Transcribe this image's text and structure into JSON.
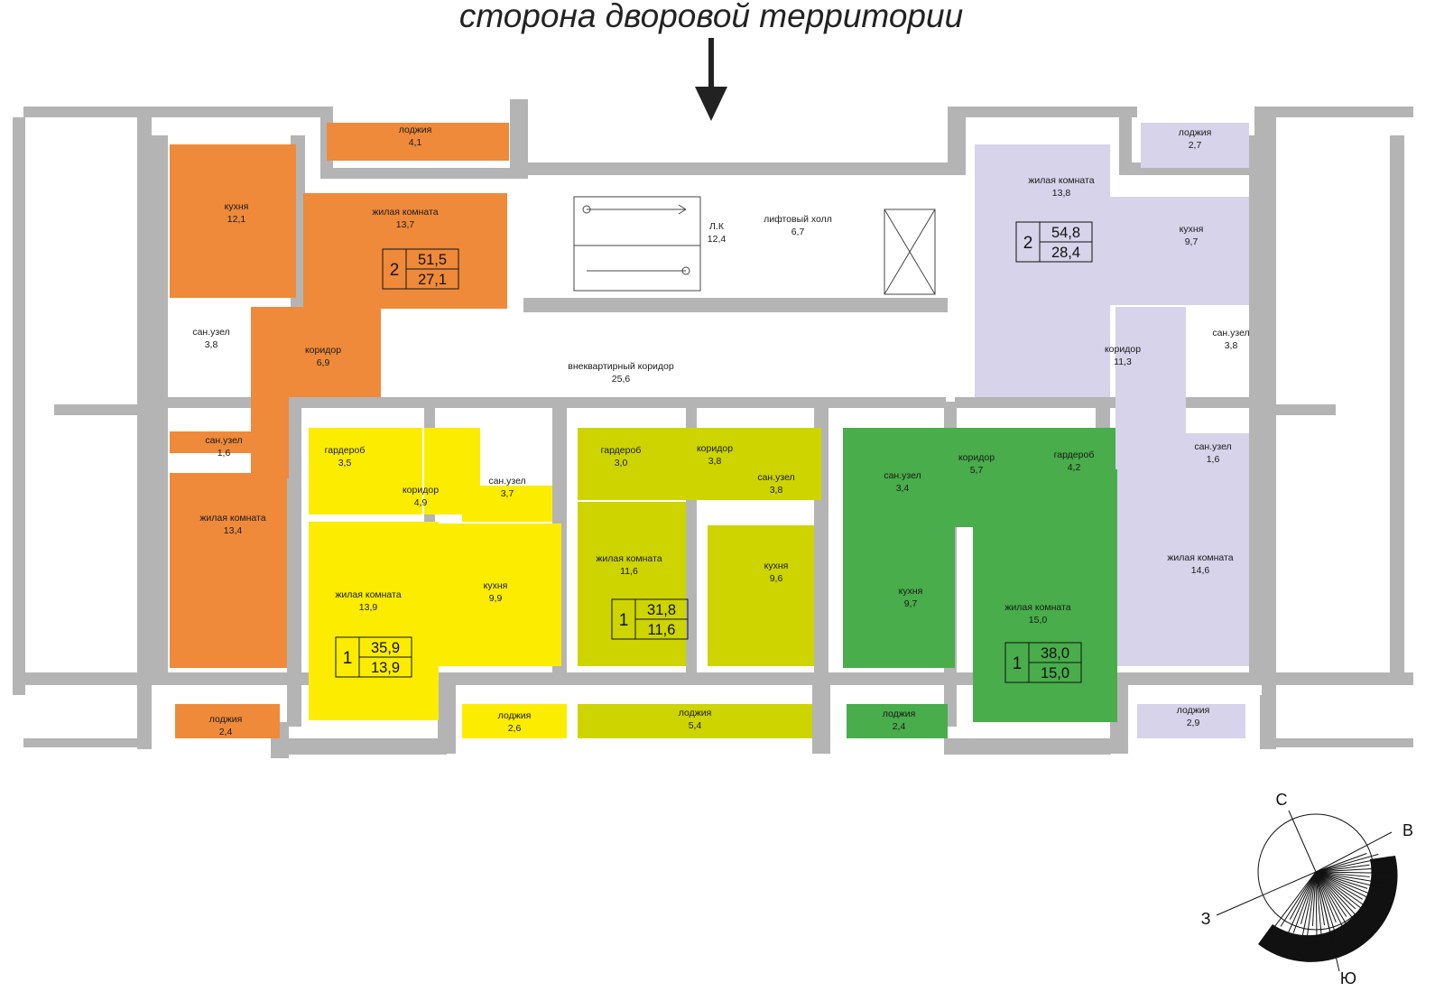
{
  "header": {
    "title": "сторона дворовой территории"
  },
  "colors": {
    "orange": "#ee8a3a",
    "yellow": "#fcec00",
    "olive": "#cdd400",
    "green": "#48ad4a",
    "lavender": "#d6d3ea",
    "wall": "#b4b4b4"
  },
  "rooms": [
    {
      "name": "лоджия",
      "area": "4,1"
    },
    {
      "name": "кухня",
      "area": "12,1"
    },
    {
      "name": "жилая комната",
      "area": "13,7"
    },
    {
      "name": "сан.узел",
      "area": "3,8"
    },
    {
      "name": "коридор",
      "area": "6,9"
    },
    {
      "name": "сан.узел",
      "area": "1,6"
    },
    {
      "name": "жилая комната",
      "area": "13,4"
    },
    {
      "name": "лоджия",
      "area": "2,4"
    },
    {
      "name": "Л.К",
      "area": "12,4"
    },
    {
      "name": "лифтовый холл",
      "area": "6,7"
    },
    {
      "name": "внеквартирный коридор",
      "area": "25,6"
    },
    {
      "name": "гардероб",
      "area": "3,5"
    },
    {
      "name": "коридор",
      "area": "4,9"
    },
    {
      "name": "сан.узел",
      "area": "3,7"
    },
    {
      "name": "жилая комната",
      "area": "13,9"
    },
    {
      "name": "кухня",
      "area": "9,9"
    },
    {
      "name": "лоджия",
      "area": "2,6"
    },
    {
      "name": "гардероб",
      "area": "3,0"
    },
    {
      "name": "коридор",
      "area": "3,8"
    },
    {
      "name": "сан.узел",
      "area": "3,8"
    },
    {
      "name": "жилая комната",
      "area": "11,6"
    },
    {
      "name": "кухня",
      "area": "9,6"
    },
    {
      "name": "лоджия",
      "area": "5,4"
    },
    {
      "name": "сан.узел",
      "area": "3,4"
    },
    {
      "name": "коридор",
      "area": "5,7"
    },
    {
      "name": "гардероб",
      "area": "4,2"
    },
    {
      "name": "кухня",
      "area": "9,7"
    },
    {
      "name": "жилая комната",
      "area": "15,0"
    },
    {
      "name": "лоджия",
      "area": "2,4"
    },
    {
      "name": "лоджия",
      "area": "2,7"
    },
    {
      "name": "жилая комната",
      "area": "13,8"
    },
    {
      "name": "кухня",
      "area": "9,7"
    },
    {
      "name": "коридор",
      "area": "11,3"
    },
    {
      "name": "сан.узел",
      "area": "3,8"
    },
    {
      "name": "сан.узел",
      "area": "1,6"
    },
    {
      "name": "жилая комната",
      "area": "14,6"
    },
    {
      "name": "лоджия",
      "area": "2,9"
    }
  ],
  "apartments": [
    {
      "rooms": "2",
      "total": "51,5",
      "living": "27,1"
    },
    {
      "rooms": "1",
      "total": "35,9",
      "living": "13,9"
    },
    {
      "rooms": "1",
      "total": "31,8",
      "living": "11,6"
    },
    {
      "rooms": "1",
      "total": "38,0",
      "living": "15,0"
    },
    {
      "rooms": "2",
      "total": "54,8",
      "living": "28,4"
    }
  ],
  "compass": {
    "north": "С",
    "east": "В",
    "west": "З",
    "south": "Ю"
  }
}
